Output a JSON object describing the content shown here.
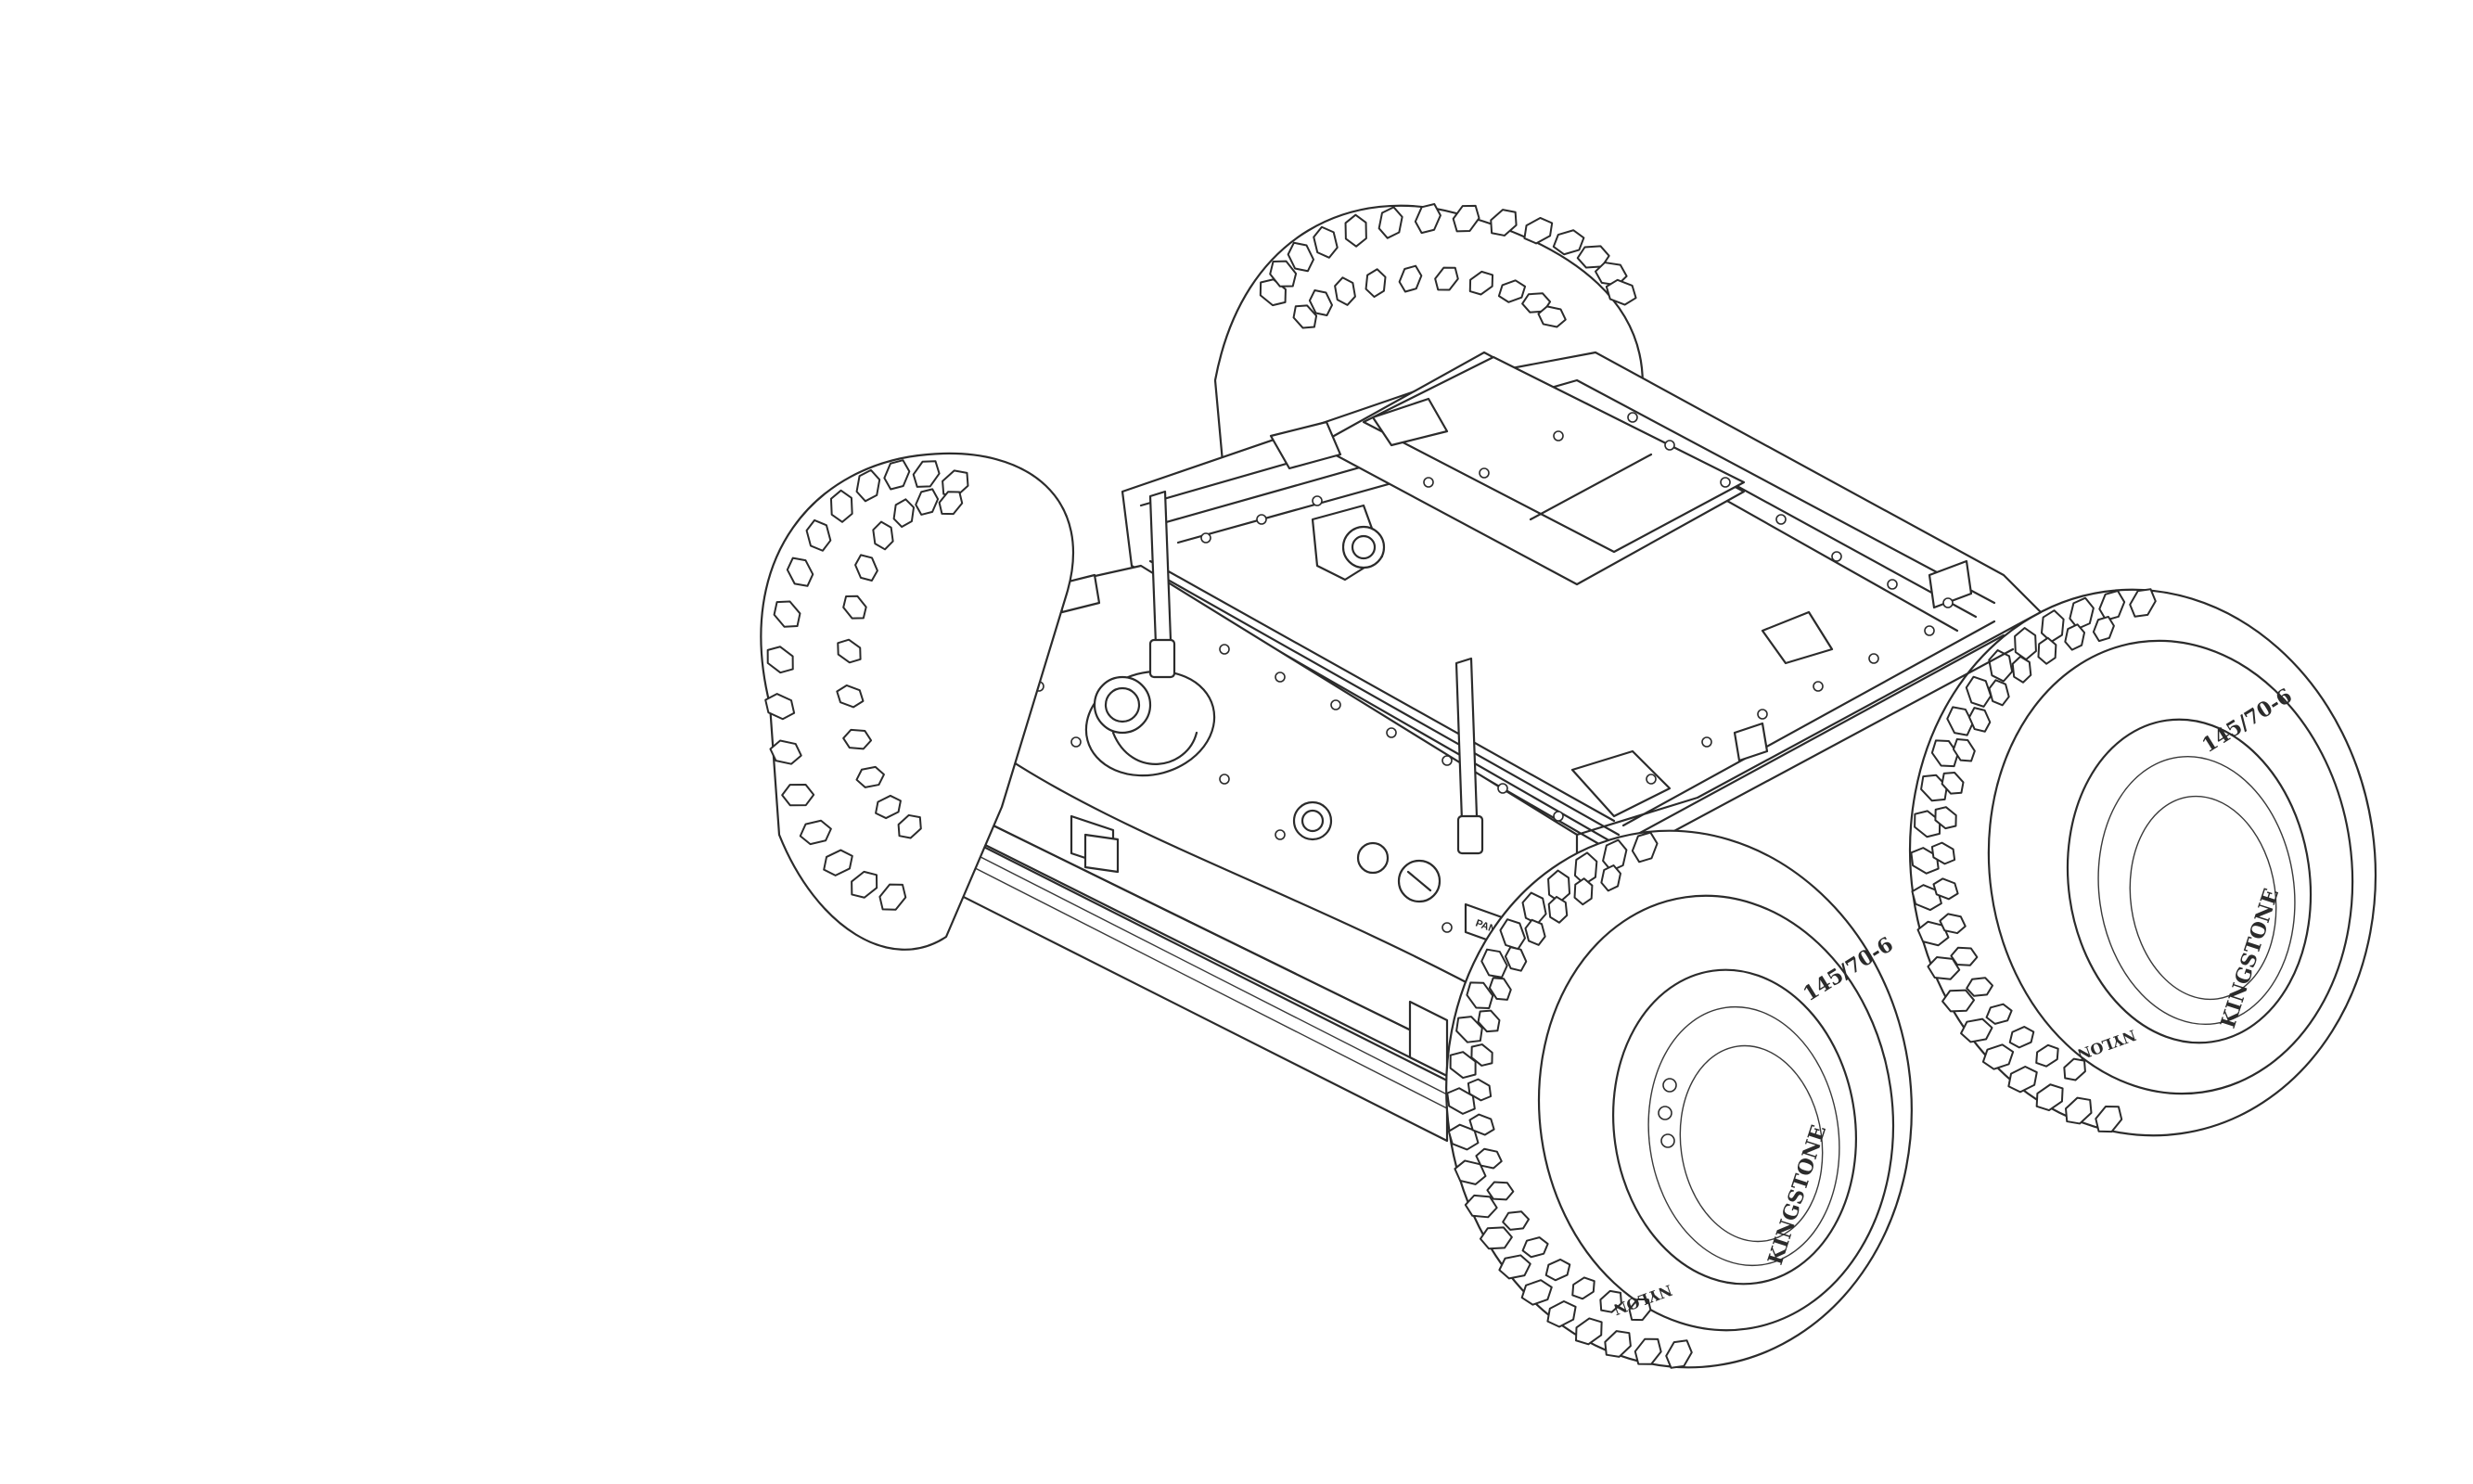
{
  "labels": {
    "brand_badge": "PANTHER",
    "front_right_tire_size": "145/70-6",
    "front_right_tire_brand": "KINGSTONE",
    "front_right_tire_material": "NYLON",
    "rear_right_tire_size": "145/70-6",
    "rear_right_tire_brand": "KINGSTONE",
    "rear_right_tire_material": "NYLON"
  }
}
